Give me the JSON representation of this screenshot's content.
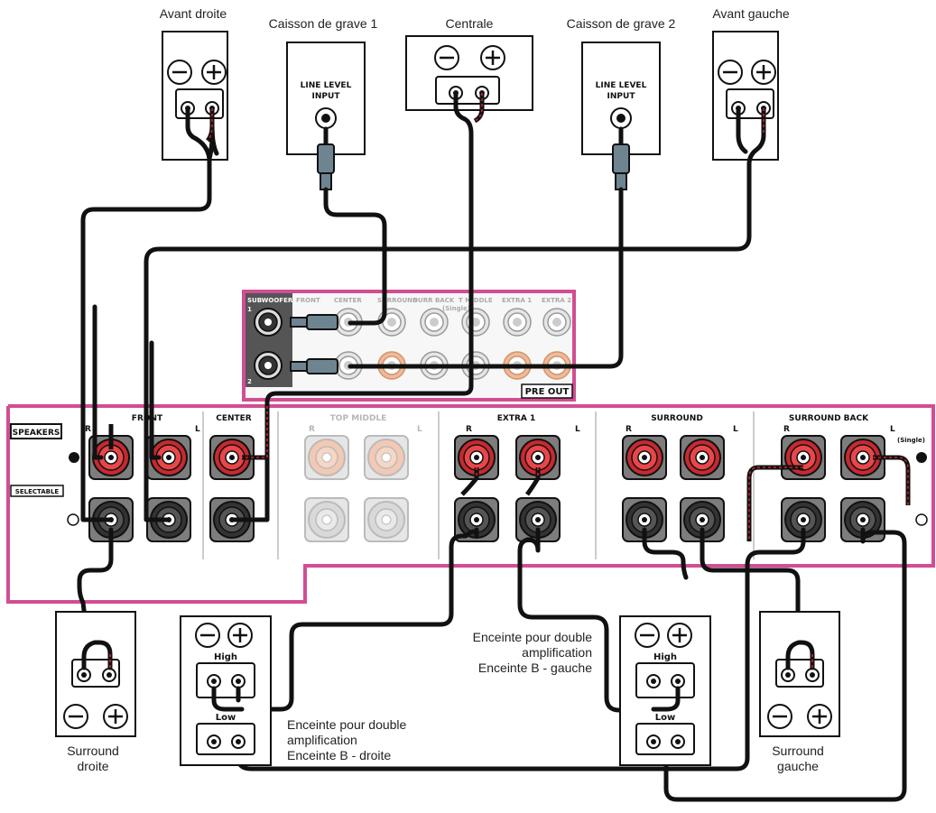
{
  "speakers": {
    "front_right": "Avant droite",
    "sub1": "Caisson de grave 1",
    "center": "Centrale",
    "sub2": "Caisson de grave 2",
    "front_left": "Avant gauche",
    "surround_right_l1": "Surround",
    "surround_right_l2": "droite",
    "surround_left_l1": "Surround",
    "surround_left_l2": "gauche",
    "biamp_right": [
      "Enceinte pour double",
      "amplification",
      "Enceinte B - droite"
    ],
    "biamp_left": [
      "Enceinte pour double",
      "amplification",
      "Enceinte B - gauche"
    ]
  },
  "subwoofer_input": [
    "LINE LEVEL",
    "INPUT"
  ],
  "terminal_words": {
    "high": "High",
    "low": "Low",
    "minus": "⊖",
    "plus": "⊕"
  },
  "preout": {
    "subwoofer": "SUBWOOFER",
    "sub1_num": "1",
    "sub2_num": "2",
    "columns": [
      "FRONT",
      "CENTER",
      "SURROUND",
      "SURR BACK",
      "T MIDDLE",
      "EXTRA 1",
      "EXTRA 2"
    ],
    "single": "(Single)",
    "label": "PRE OUT"
  },
  "panel": {
    "speakers": "SPEAKERS",
    "selectable": "SELECTABLE",
    "groups": [
      "FRONT",
      "CENTER",
      "TOP MIDDLE",
      "EXTRA 1",
      "SURROUND",
      "SURROUND BACK"
    ],
    "r": "R",
    "l": "L",
    "single": "(Single)"
  },
  "colors": {
    "accent_pink": "#d24d93",
    "terminal_red": "#d2232a",
    "terminal_dark": "#3a3a3a",
    "wire": "#111111"
  }
}
